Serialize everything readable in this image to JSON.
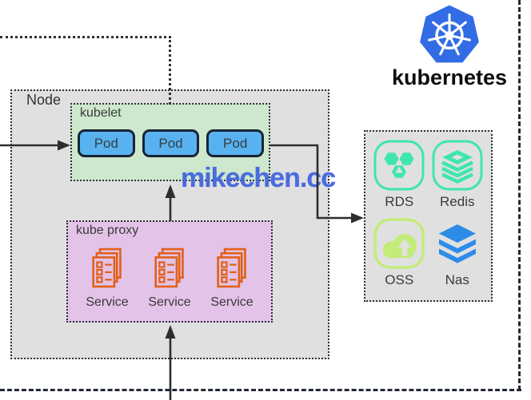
{
  "diagram": {
    "watermark": "mikechen.cc",
    "logo": {
      "wordmark": "kubernetes"
    },
    "node": {
      "label": "Node",
      "kubelet": {
        "label": "kubelet",
        "pods": [
          "Pod",
          "Pod",
          "Pod"
        ]
      },
      "kube_proxy": {
        "label": "kube proxy",
        "services": [
          "Service",
          "Service",
          "Service"
        ]
      }
    },
    "cloud_panel": {
      "items": [
        {
          "label": "RDS",
          "icon": "rds-hexagons-icon"
        },
        {
          "label": "Redis",
          "icon": "redis-layers-icon"
        },
        {
          "label": "OSS",
          "icon": "oss-cloud-upload-icon"
        },
        {
          "label": "Nas",
          "icon": "nas-stacked-layers-icon"
        }
      ]
    },
    "colors": {
      "kubernetes_blue": "#326CE5",
      "pod_blue": "#58b2f0",
      "kubelet_green": "#cde8cc",
      "kube_proxy_pink": "#e4c3e8",
      "service_orange": "#e0611a",
      "mint_green": "#3ee6ad",
      "oss_green": "#c3ec79",
      "nas_blue": "#2d8ce8",
      "watermark_blue": "#4a6be0",
      "panel_gray": "#e0e0e0"
    }
  }
}
